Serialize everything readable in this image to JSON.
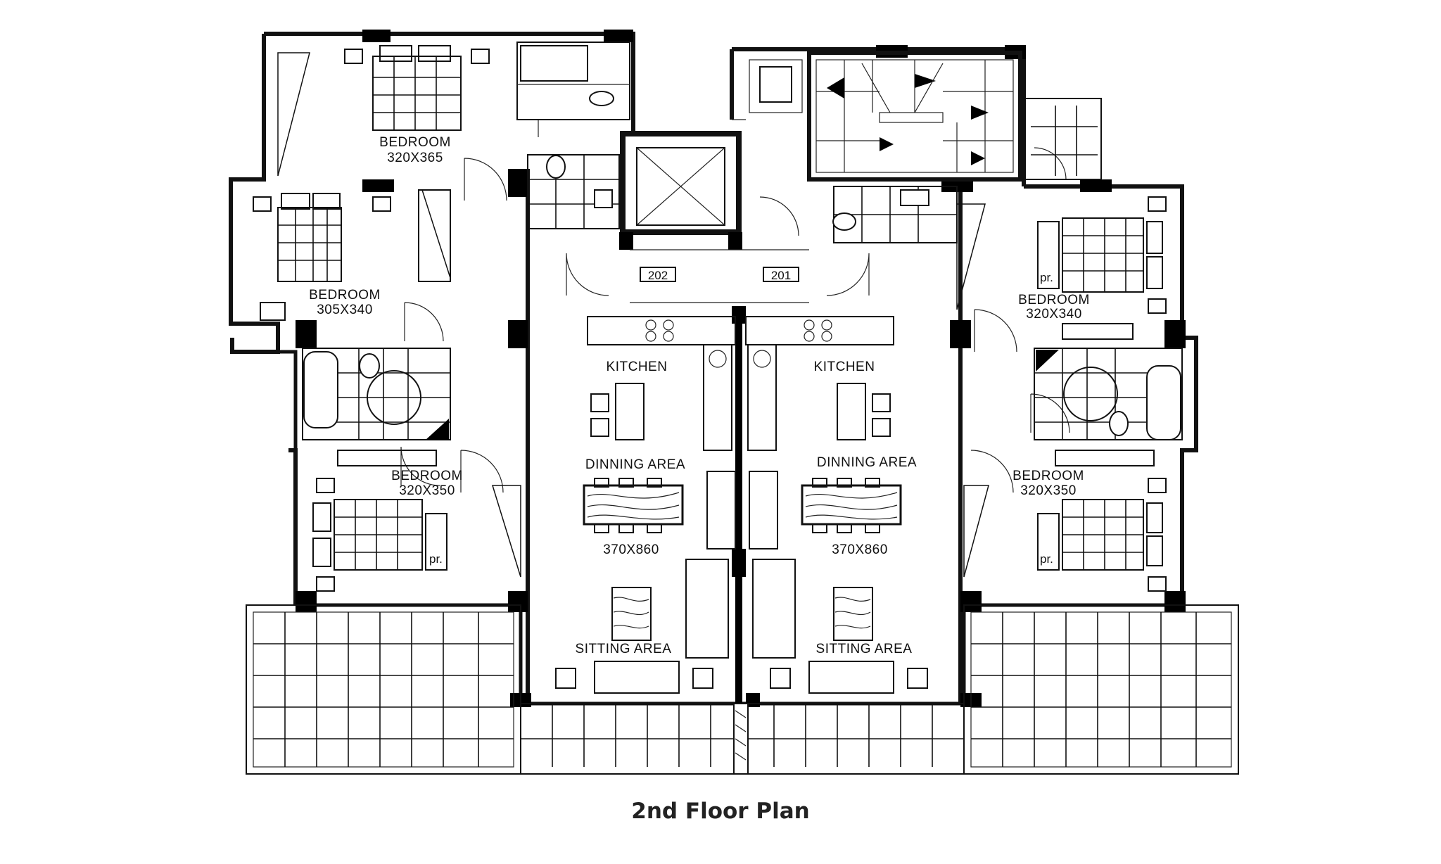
{
  "caption": "2nd Floor Plan",
  "units": {
    "left": "202",
    "right": "201"
  },
  "rooms": {
    "bed_left_top": {
      "name": "BEDROOM",
      "size": "320X365"
    },
    "bed_left_mid": {
      "name": "BEDROOM",
      "size": "305X340"
    },
    "bed_left_bottom": {
      "name": "BEDROOM",
      "size": "320X350"
    },
    "bed_right_top": {
      "name": "BEDROOM",
      "size": "320X340"
    },
    "bed_right_bottom": {
      "name": "BEDROOM",
      "size": "320X350"
    },
    "kitchen_left": "KITCHEN",
    "kitchen_right": "KITCHEN",
    "dining_left": "DINNING AREA",
    "dining_right": "DINNING AREA",
    "living_left_size": "370X860",
    "living_right_size": "370X860",
    "sitting_left": "SITTING AREA",
    "sitting_right": "SITTING AREA"
  },
  "wardrobe_label": "pr."
}
